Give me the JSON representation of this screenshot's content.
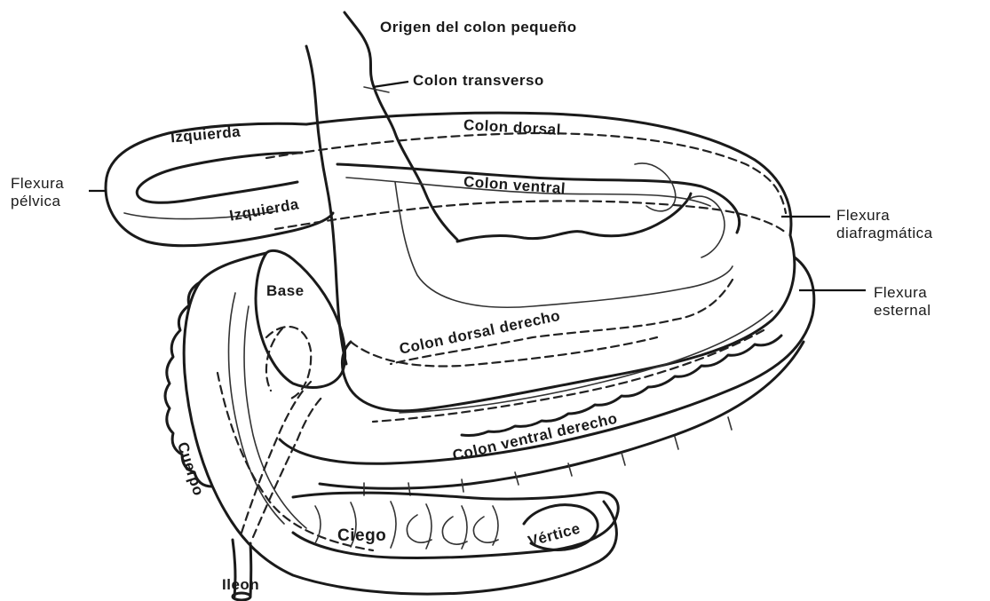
{
  "labels": {
    "origen": "Origen del colon pequeño",
    "colon_transverso": "Colon transverso",
    "izquierda_top": "Izquierda",
    "colon_dorsal": "Colon dorsal",
    "flexura_pelvica": "Flexura\npélvica",
    "izquierda_bottom": "Izquierda",
    "colon_ventral": "Colon ventral",
    "flexura_diafragmatica": "Flexura\ndiafragmática",
    "base": "Base",
    "flexura_esternal": "Flexura\nesternal",
    "colon_dorsal_derecho": "Colon dorsal derecho",
    "colon_ventral_derecho": "Colon ventral derecho",
    "cuerpo": "Cuerpo",
    "ciego": "Ciego",
    "vertice": "Vértice",
    "ileon": "Ileon"
  },
  "colors": {
    "ink": "#1a1a1a",
    "background": "#ffffff"
  }
}
